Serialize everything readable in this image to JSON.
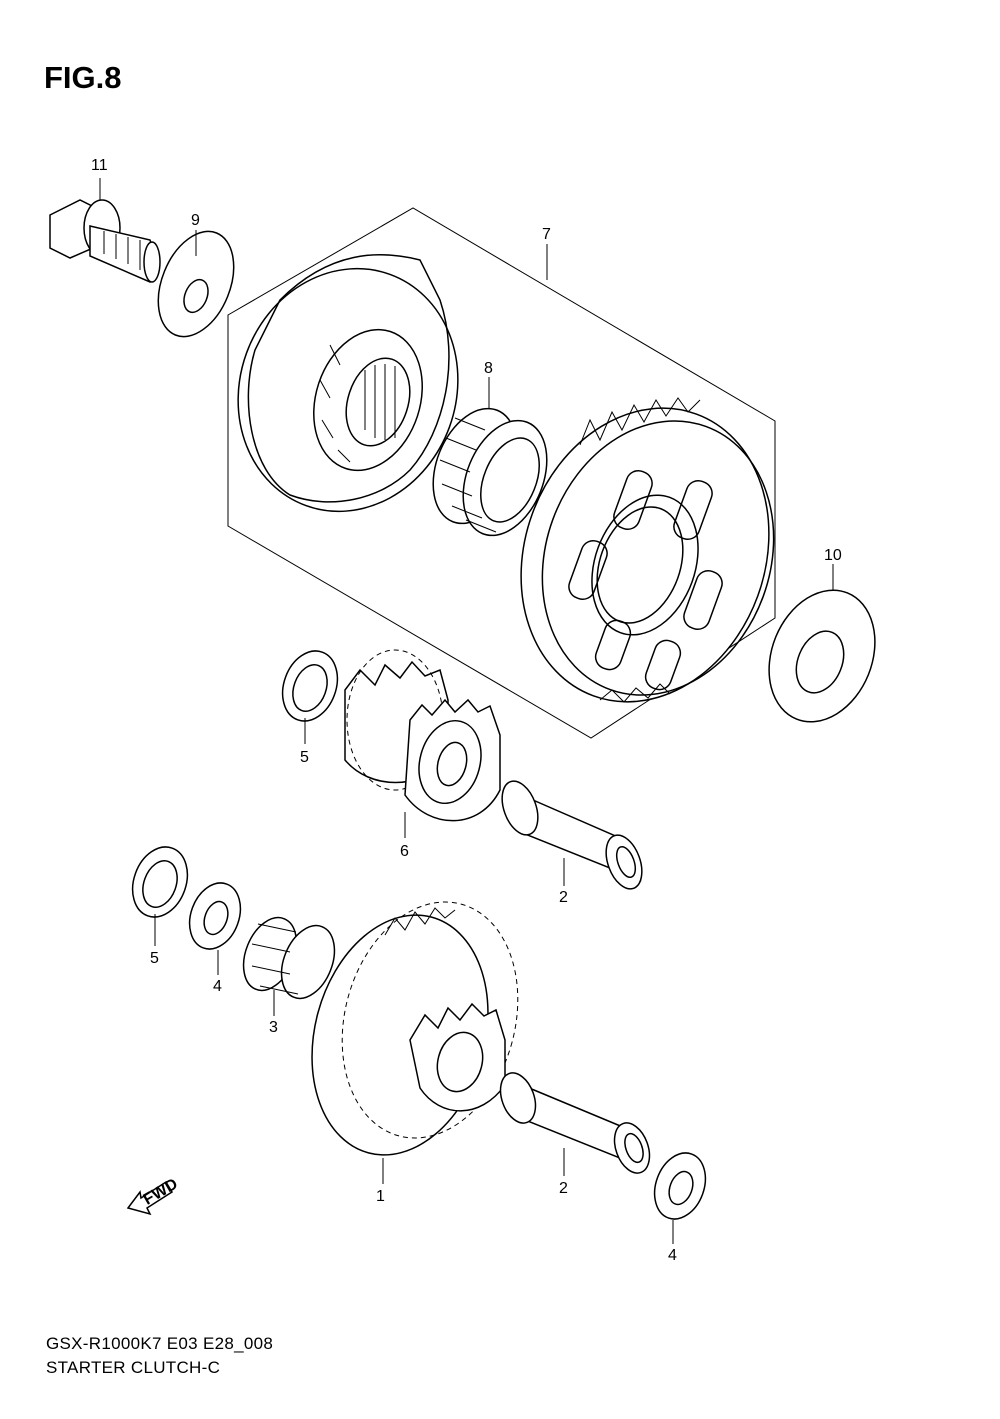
{
  "figure": {
    "title": "FIG.8"
  },
  "callouts": {
    "c1": "1",
    "c2a": "2",
    "c2b": "2",
    "c3": "3",
    "c4a": "4",
    "c4b": "4",
    "c5a": "5",
    "c5b": "5",
    "c6": "6",
    "c7": "7",
    "c8": "8",
    "c9": "9",
    "c10": "10",
    "c11": "11"
  },
  "fwd_label": "FWD",
  "footer": {
    "model_code": "GSX-R1000K7 E03 E28_008",
    "section_name": "STARTER CLUTCH-C"
  }
}
